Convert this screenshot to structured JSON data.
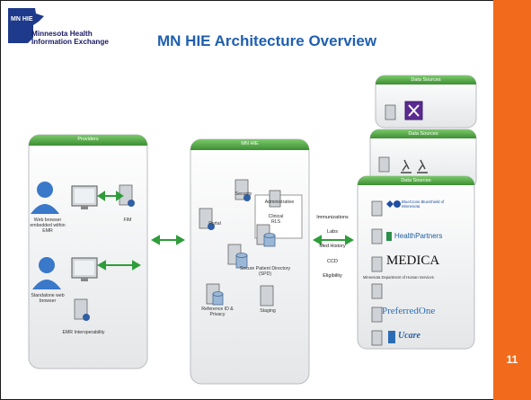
{
  "logo": {
    "badge": "MN HIE",
    "name_line1": "Minnesota Health",
    "name_line2": "Information Exchange"
  },
  "title": "MN HIE Architecture Overview",
  "page_number": "11",
  "providers": {
    "title": "Providers",
    "web_browser_emr": "Web browser embedded within EMR",
    "fim": "FIM",
    "standalone": "Standalone web browser",
    "emr_interop": "EMR Interoperability"
  },
  "mnhie": {
    "title": "MN HIE",
    "security": "Security",
    "administrative": "Administrative",
    "portal": "Portal",
    "clinical_rls": "Clinical RLS",
    "spd": "Secure Patient Directory (SPD)",
    "reference_id": "Reference ID & Privacy",
    "staging": "Staging"
  },
  "data_flows": [
    "Immunizations",
    "Labs",
    "Med History",
    "CCD",
    "Eligibility"
  ],
  "data_sources": {
    "title": "Data Sources",
    "brands": {
      "bcbs": "BlueCross BlueShield of Minnesota",
      "healthpartners": "HealthPartners",
      "medica": "MEDICA",
      "mn_dhs": "Minnesota Department of Human Services",
      "preferredone": "PreferredOne",
      "ucare": "Ucare"
    }
  }
}
